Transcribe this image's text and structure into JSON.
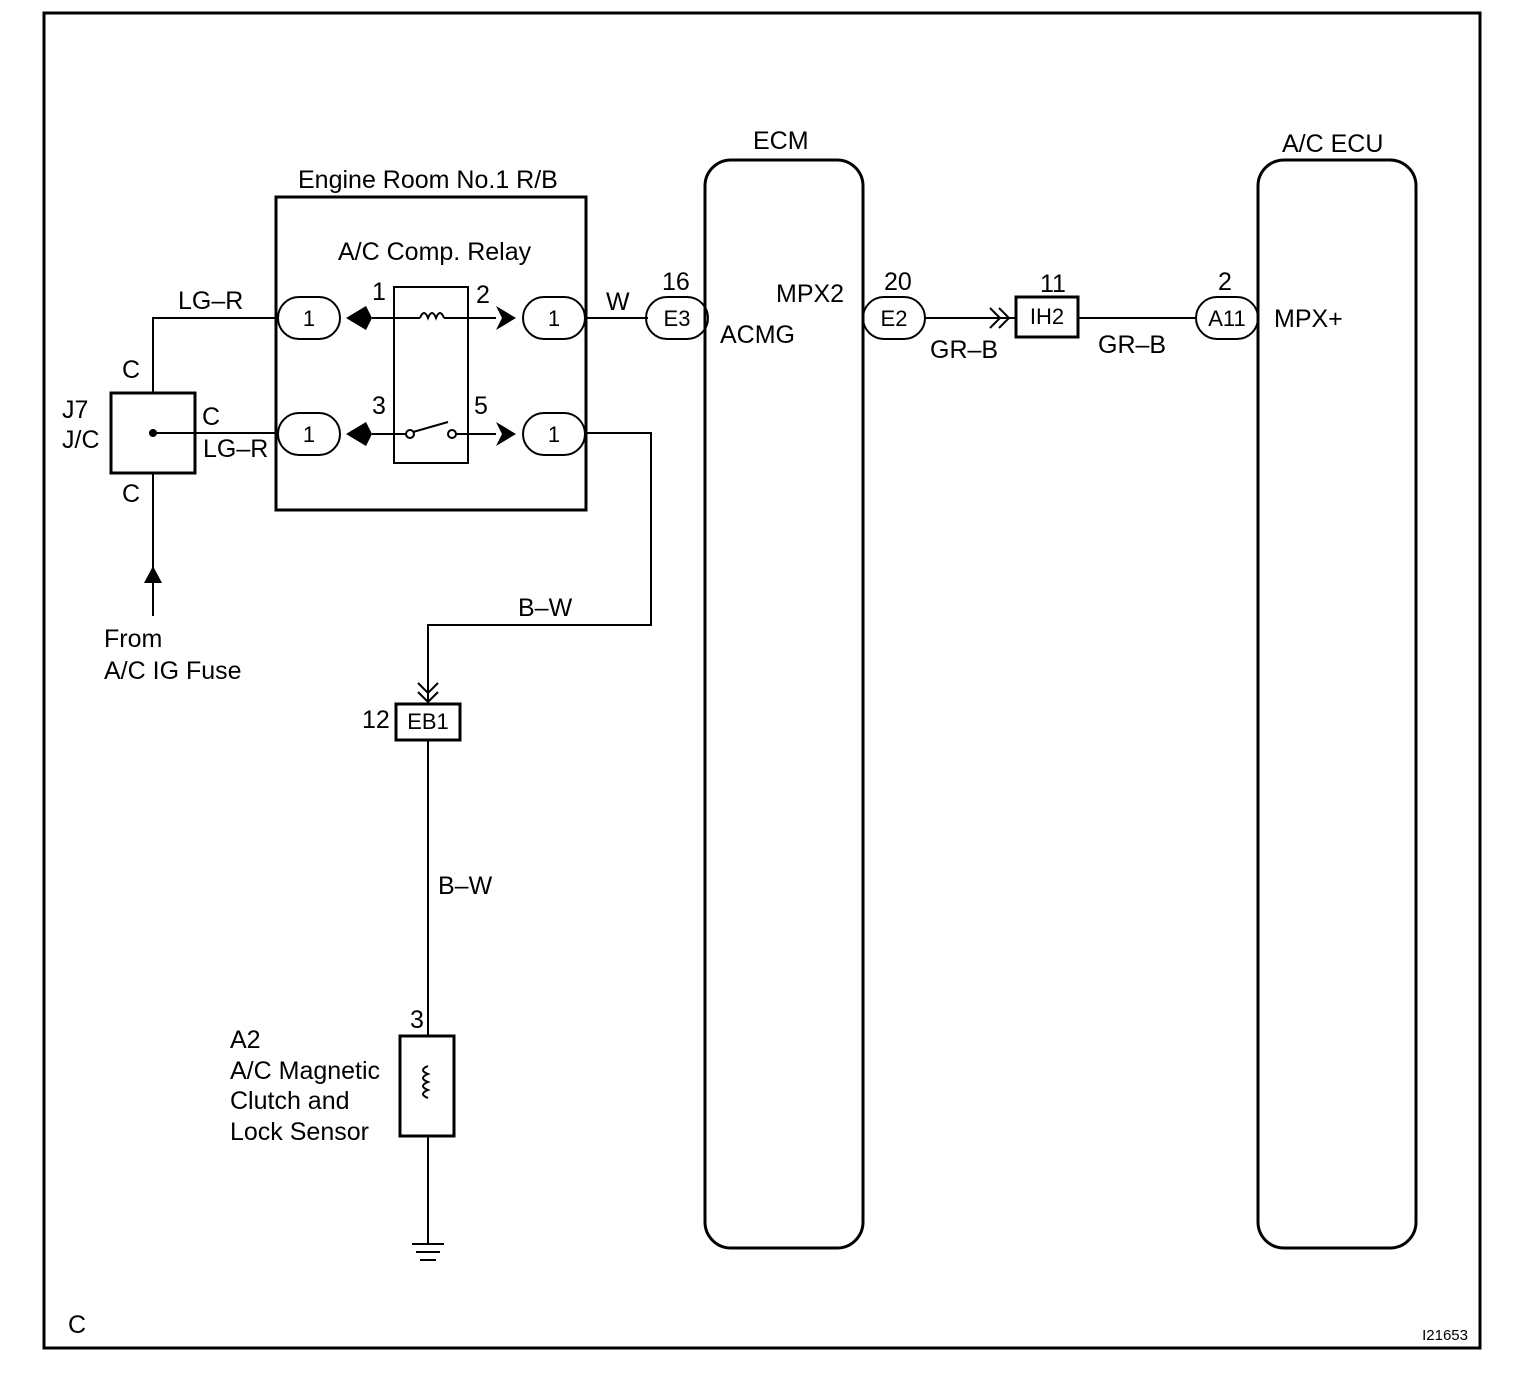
{
  "diagram": {
    "corner_code": "C",
    "figure_id": "I21653",
    "relay_box": {
      "title": "Engine Room No.1 R/B",
      "relay_title": "A/C Comp. Relay",
      "relay_pins": [
        "1",
        "2",
        "3",
        "5"
      ],
      "connector_label": "1"
    },
    "junction": {
      "id": "J7",
      "name": "J/C",
      "connector_code": "C"
    },
    "source": {
      "line1": "From",
      "line2": "A/C IG Fuse"
    },
    "ecm": {
      "title": "ECM",
      "terminal_acmg": "ACMG",
      "terminal_mpx2": "MPX2",
      "connector_e3": "E3",
      "pin_e3": "16",
      "connector_e2": "E2",
      "pin_e2": "20"
    },
    "ac_ecu": {
      "title": "A/C ECU",
      "terminal": "MPX+",
      "connector": "A11",
      "pin": "2"
    },
    "connector_ih2": {
      "name": "IH2",
      "pin": "11"
    },
    "connector_eb1": {
      "name": "EB1",
      "pin": "12"
    },
    "clutch": {
      "id": "A2",
      "line1": "A/C Magnetic",
      "line2": "Clutch and",
      "line3": "Lock Sensor",
      "pin": "3"
    },
    "wires": {
      "lg_r_upper": "LG–R",
      "lg_r_lower": "LG–R",
      "w": "W",
      "gr_b_left": "GR–B",
      "gr_b_right": "GR–B",
      "b_w_upper": "B–W",
      "b_w_lower": "B–W"
    }
  }
}
